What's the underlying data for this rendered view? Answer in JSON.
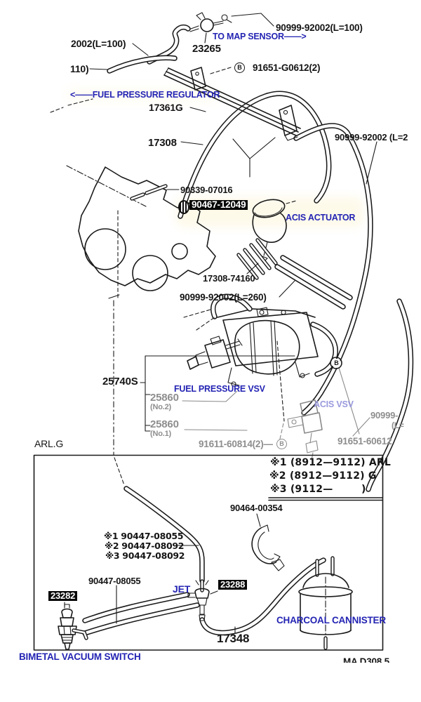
{
  "title": "Vacuum piping parts diagram",
  "colors": {
    "ink": "#1a1a1a",
    "accent_blue": "#2424b4",
    "muted_blue": "#9a9ade",
    "gray_label": "#8e8e8e",
    "highlight_bg": "#000000",
    "highlight_text": "#ffffff"
  },
  "labels": {
    "hose_top_right": "90999-92002(L=100)",
    "to_map_sensor": "TO MAP SENSOR——>",
    "hose_2002": "2002(L=100)",
    "check_valve": "23265",
    "hose_110": "110)",
    "bolt_top": "91651-G0612(2)",
    "fuel_pressure_regulator": "<——FUEL PRESSURE REGULATOR",
    "pipe_17361g": "17361G",
    "pipe_17308": "17308",
    "hose_right": "90999-92002 (L=2",
    "pipe_90339": "90339-07016",
    "clip_90467": "90467-12049",
    "acis_actuator": "ACIS ACTUATOR",
    "pipe_74160": "17308-74160",
    "hose_l260": "90999-92002(L=260)",
    "vsv_set": "25740S",
    "fuel_pressure_vsv": "FUEL PRESSURE VSV",
    "vsv_no2": "25860",
    "vsv_no2_sub": "(No.2)",
    "vsv_no1": "25860",
    "vsv_no1_sub": "(No.1)",
    "acis_vsv": "ACIS VSV",
    "hose_edge": "90999-",
    "hose_edge2": "(L=",
    "bolt_91651": "91651-60612",
    "bolt_91611": "91611-60814(2)—",
    "arl_g": "ARL.G",
    "clamp_90464": "90464-00354",
    "jet": "JET",
    "jet_part": "23288",
    "hose_90447": "90447-08055",
    "bimetal_part": "23282",
    "hose_17348": "17348",
    "charcoal_cannister": "CHARCOAL CANNISTER",
    "bimetal_switch": "BIMETAL VACUUM SWITCH",
    "page_code": "MA D308 5",
    "b_marker": "B"
  },
  "legend": [
    "※1 (8912—9112) ARL",
    "※2 (8912—9112) G",
    "※3 (9112—        )"
  ],
  "hose_variants": [
    "※1 90447-08055",
    "※2 90447-08092",
    "※3 90447-08092"
  ]
}
